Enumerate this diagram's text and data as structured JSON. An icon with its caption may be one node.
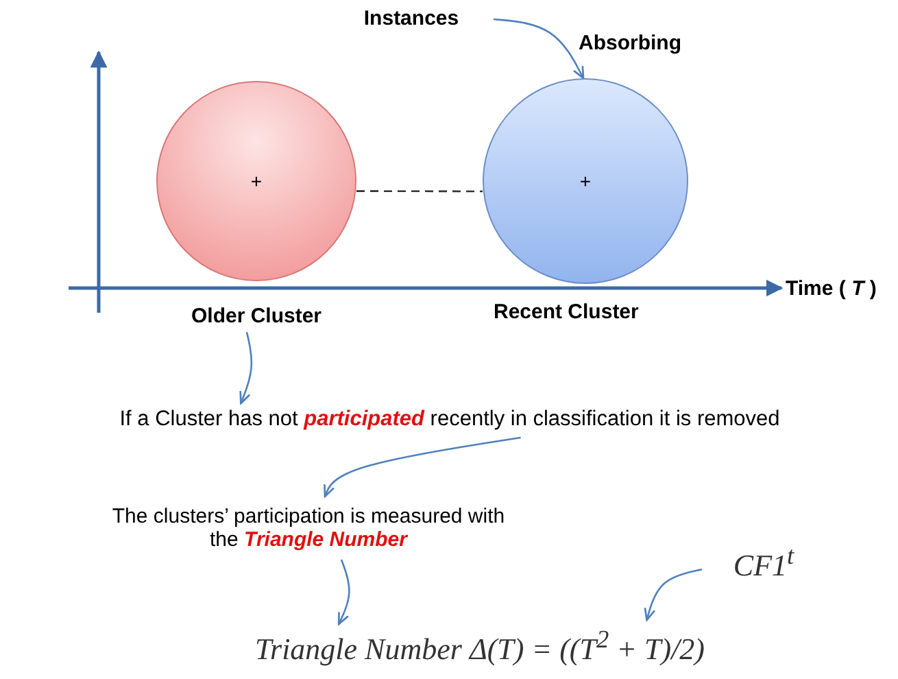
{
  "diagram": {
    "nodes": [
      {
        "text": [
          "+"
        ]
      },
      {
        "text": [
          "+"
        ]
      },
      {
        "text": [
          "Instances"
        ]
      },
      {
        "text": [
          "Older Cluster"
        ]
      },
      {
        "text": [
          "If a Cluster has not **participated** recently in classification it is removed"
        ]
      },
      {
        "text": [
          "The clusters’ participation is measured with the **Triangle Number**"
        ]
      },
      {
        "text": [
          "Triangle Number Δ(T) = ((T$^{2}$ + T)/2)"
        ]
      },
      {
        "text": [
          "CF1$^{t}$"
        ]
      }
    ],
    "edges": [
      {
        "from": 0,
        "to": 1,
        "arrow": "none",
        "style": "dashed",
        "color": "#333333"
      },
      {
        "from": 2,
        "to": 1,
        "arrow": "to",
        "label": "Absorbing"
      },
      {
        "from": 3,
        "to": 4,
        "arrow": "to"
      },
      {
        "from": 4,
        "to": 5,
        "arrow": "to"
      },
      {
        "from": 5,
        "to": 6,
        "arrow": "to"
      },
      {
        "from": 7,
        "to": 6,
        "arrow": "to"
      }
    ],
    "labels": [
      "Recent Cluster",
      "Time ( *T* )"
    ]
  }
}
